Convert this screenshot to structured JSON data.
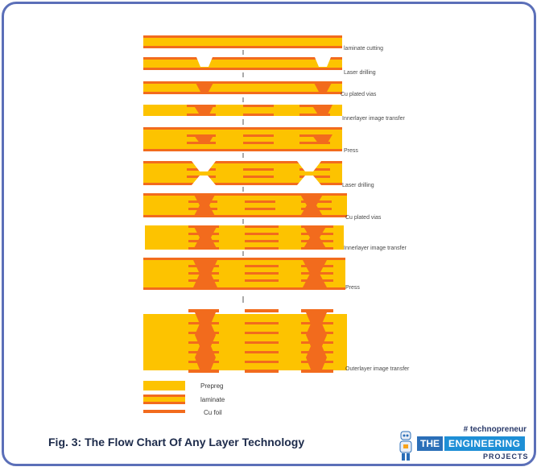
{
  "steps": [
    {
      "label": "laminate cutting"
    },
    {
      "label": "Laser drilling"
    },
    {
      "label": "Cu plated vias"
    },
    {
      "label": "Innerlayer image transfer"
    },
    {
      "label": "Press"
    },
    {
      "label": "Laser drilling"
    },
    {
      "label": "Cu plated vias"
    },
    {
      "label": "Innerlayer image transfer"
    },
    {
      "label": "Press"
    },
    {
      "label": "Outerlayer image transfer"
    }
  ],
  "legend": {
    "prepreg": "Prepreg",
    "laminate": "laminate",
    "cu_foil": "Cu foil"
  },
  "caption": "Fig. 3: The Flow Chart Of Any Layer Technology",
  "logo": {
    "tag": "# technopreneur",
    "the": "THE",
    "engineering": "ENGINEERING",
    "projects": "PROJECTS"
  },
  "colors": {
    "prepreg": "#fdc300",
    "copper": "#f26b1d",
    "frame": "#5b6fb8"
  }
}
